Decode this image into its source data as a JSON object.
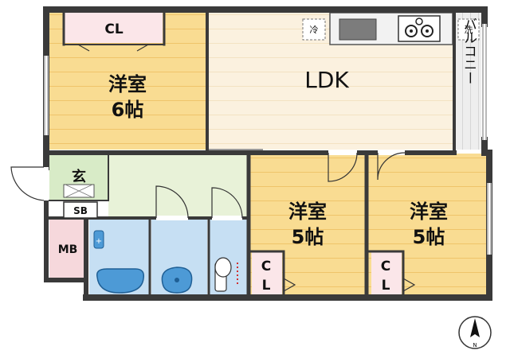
{
  "rooms": {
    "western_6": {
      "name": "洋室",
      "size": "6帖"
    },
    "ldk": {
      "name": "LDK"
    },
    "western_5a": {
      "name": "洋室",
      "size": "5帖"
    },
    "western_5b": {
      "name": "洋室",
      "size": "5帖"
    },
    "balcony": {
      "name": "バルコニー"
    }
  },
  "labels": {
    "cl_top": "CL",
    "cl_a_1": "C",
    "cl_a_2": "L",
    "cl_b_1": "C",
    "cl_b_2": "L",
    "genkan": "玄",
    "sb": "SB",
    "mb": "MB",
    "fridge": "冷",
    "laundry": "洗",
    "north": "N"
  },
  "colors": {
    "wall": "#3a3a3a",
    "room_floor": "#f9dc92",
    "ldk_floor": "#fbf1df",
    "wet_area": "#c6dff3",
    "entry": "#d8ebc7",
    "mb_fill": "#f6d8dc",
    "closet_fill": "#fbe6e9",
    "balcony": "#ececec"
  }
}
